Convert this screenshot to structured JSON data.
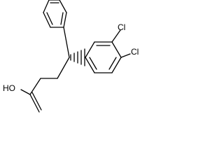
{
  "molecule": {
    "atoms": {
      "chlorine_top": "Cl",
      "chlorine_bottom": "Cl",
      "hydroxyl": "HO"
    }
  }
}
